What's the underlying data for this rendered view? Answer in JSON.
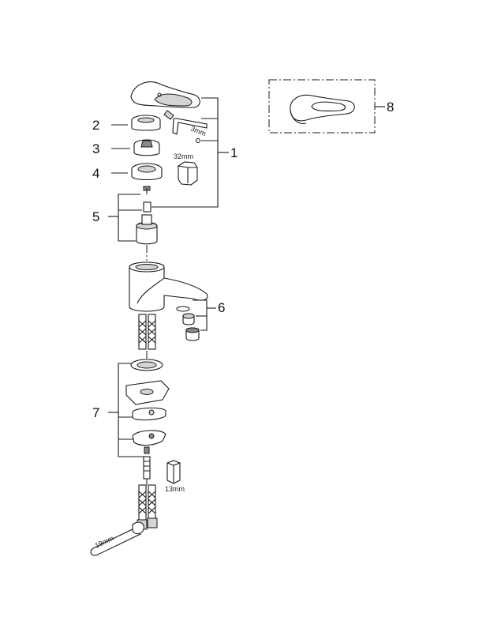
{
  "callouts": {
    "c1": "1",
    "c2": "2",
    "c3": "3",
    "c4": "4",
    "c5": "5",
    "c6": "6",
    "c7": "7",
    "c8": "8"
  },
  "tool_labels": {
    "hex_key": "3mm",
    "socket_wrench": "32mm",
    "hex_nut_tool": "13mm",
    "spanner": "19mm"
  }
}
